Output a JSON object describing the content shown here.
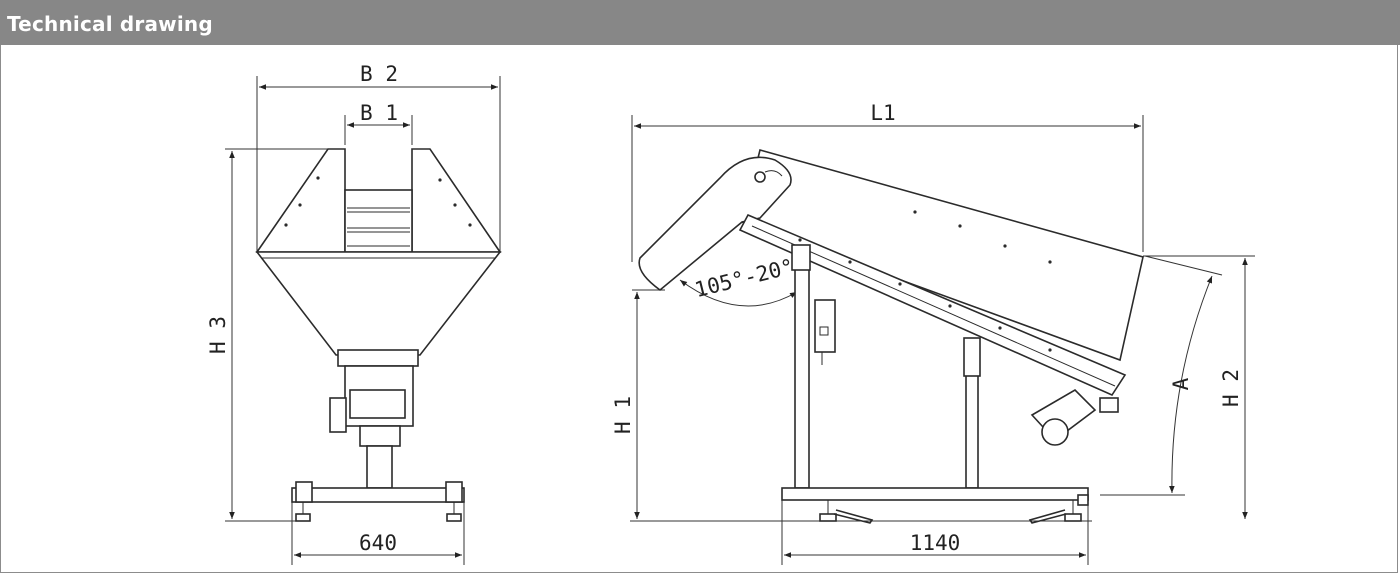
{
  "header": {
    "title": "Technical drawing"
  },
  "front_view": {
    "labels": {
      "b2": "B 2",
      "b1": "B 1",
      "h3": "H 3",
      "width": "640"
    }
  },
  "side_view": {
    "labels": {
      "l1": "L1",
      "angle": "105°-20°",
      "h1": "H 1",
      "a": "A",
      "h2": "H 2",
      "length": "1140"
    }
  },
  "colors": {
    "header_bg": "#878787",
    "header_text": "#ffffff",
    "line": "#2b2b2b"
  }
}
